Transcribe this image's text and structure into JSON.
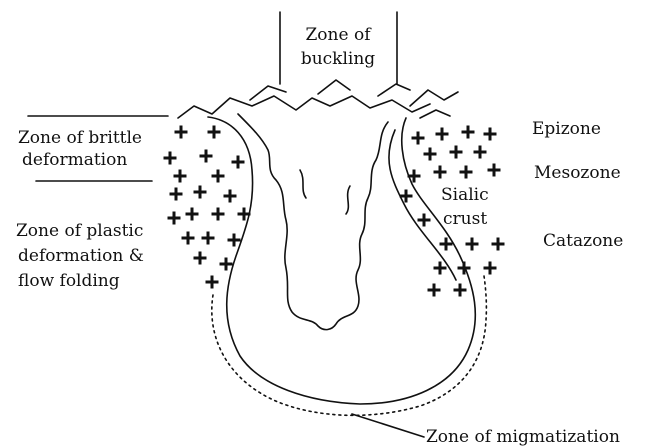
{
  "labels": {
    "zone_buckling": [
      "Zone of",
      "buckling"
    ],
    "zone_brittle": [
      "Zone of brittle",
      "deformation"
    ],
    "zone_plastic": [
      "Zone of plastic",
      "deformation &",
      "flow folding"
    ],
    "epizone": "Epizone",
    "mesozone": "Mesozone",
    "catazone": "Catazone",
    "sialic_crust": [
      "Sialic",
      "crust"
    ],
    "zone_migmatization": "Zone of migmatization"
  },
  "colors": {
    "ink": "#111111",
    "background": "#ffffff"
  }
}
